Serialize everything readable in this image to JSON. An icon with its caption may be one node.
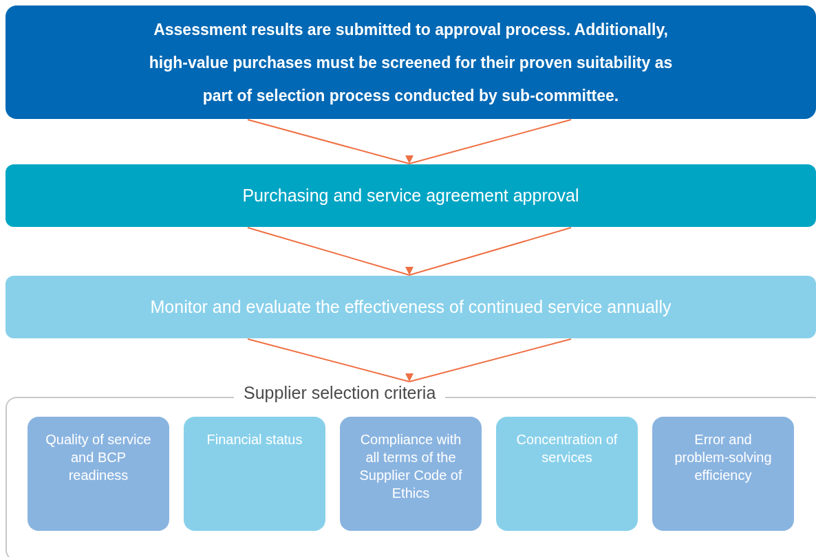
{
  "diagram": {
    "nodes": [
      {
        "text": [
          "Assessment results are submitted to approval process. Additionally, high-value purchases must be screened for their proven suitability as part of selection process conducted by sub-committee."
        ]
      },
      {
        "text": [
          "Purchasing and service agreement approval"
        ]
      },
      {
        "text": [
          "Monitor and evaluate the effectiveness of continued service annually"
        ]
      },
      {
        "text": [
          "Supplier selection criteria"
        ]
      },
      {
        "text": [
          "Quality of service and BCP readiness"
        ],
        "in": 3
      },
      {
        "text": [
          "Financial status"
        ],
        "in": 3
      },
      {
        "text": [
          "Compliance with all terms of the Supplier Code of Ethics"
        ],
        "in": 3
      },
      {
        "text": [
          "Concentration of services"
        ],
        "in": 3
      },
      {
        "text": [
          "Error and problem-solving efficiency"
        ],
        "in": 3
      }
    ],
    "edges": [
      {
        "from": 0,
        "to": 1,
        "arrow": "to",
        "color": "#ee7044"
      },
      {
        "from": 1,
        "to": 2,
        "arrow": "to",
        "color": "#ee7044"
      },
      {
        "from": 2,
        "to": 3,
        "arrow": "to",
        "color": "#ee7044"
      }
    ]
  }
}
